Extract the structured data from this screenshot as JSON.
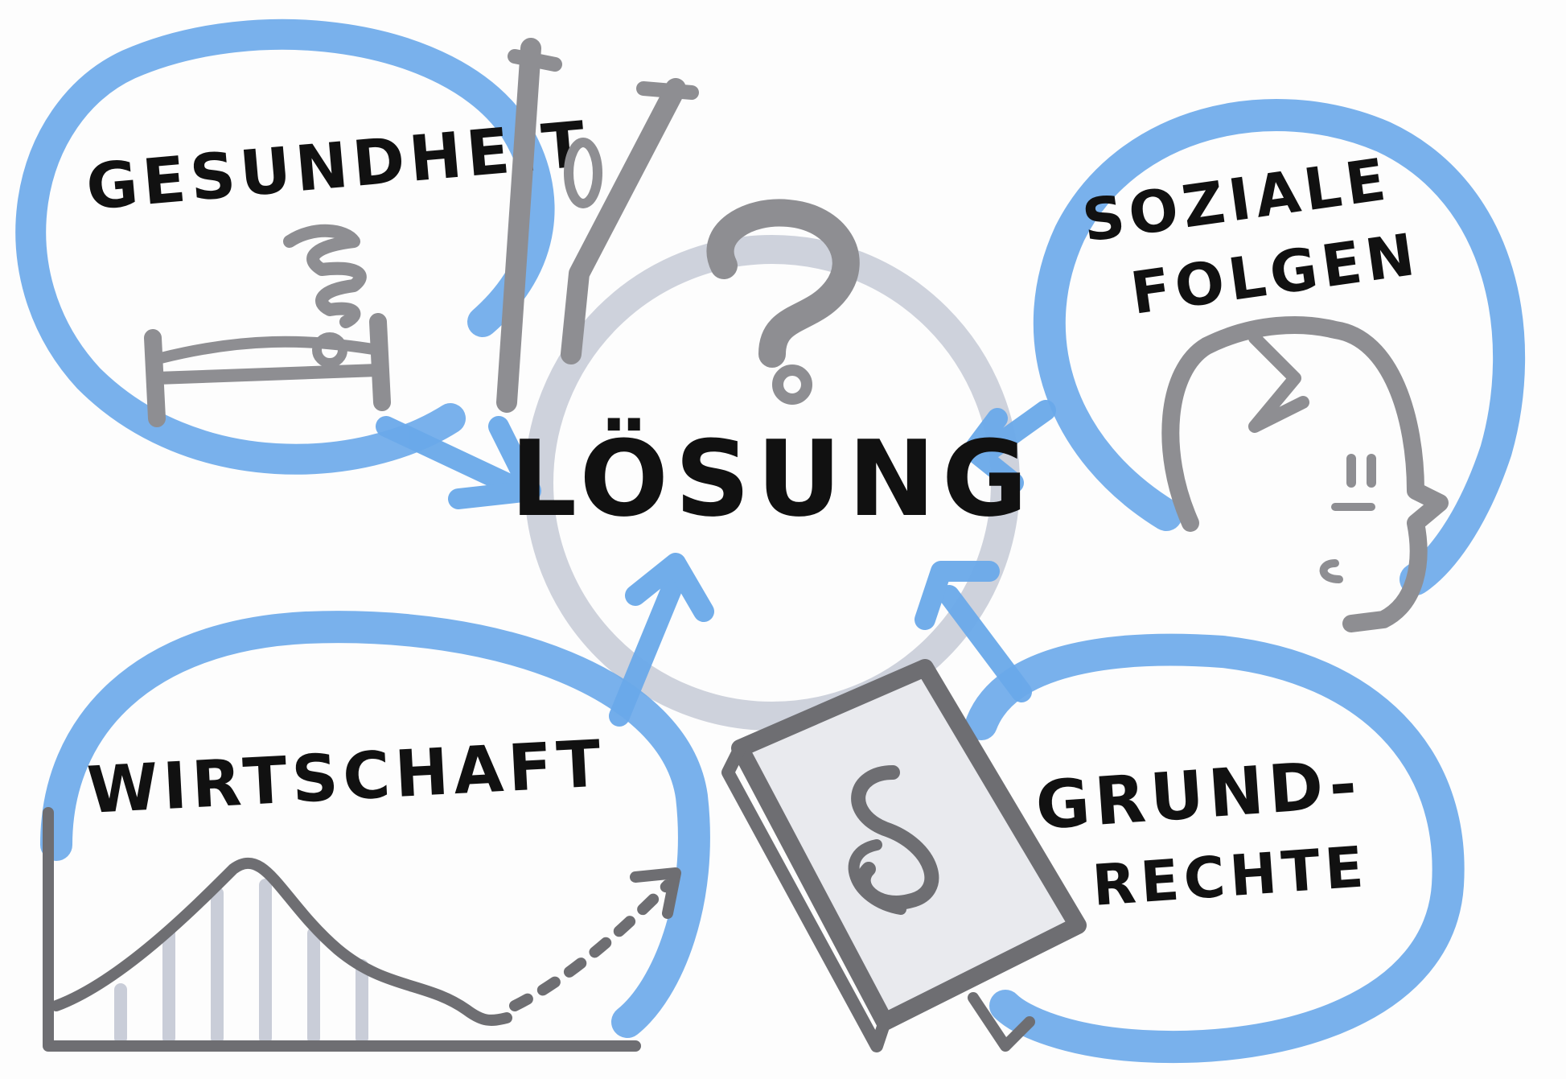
{
  "center": {
    "label": "LÖSUNG",
    "symbol": "?"
  },
  "topics": {
    "health": {
      "label": "GESUNDHEIT",
      "icon": "bed-and-crutches-icon"
    },
    "social": {
      "label_line1": "SOZIALE",
      "label_line2": "FOLGEN",
      "icon": "head-with-lightning-icon"
    },
    "economy": {
      "label": "WIRTSCHAFT",
      "icon": "declining-graph-icon"
    },
    "rights": {
      "label_line1": "GRUND-",
      "label_line2": "RECHTE",
      "icon": "law-book-icon"
    }
  },
  "colors": {
    "accent_blue": "#6aa9ea",
    "marker_gray": "#9a9a9c",
    "light_gray": "#c9cdd8",
    "ink": "#111111"
  }
}
